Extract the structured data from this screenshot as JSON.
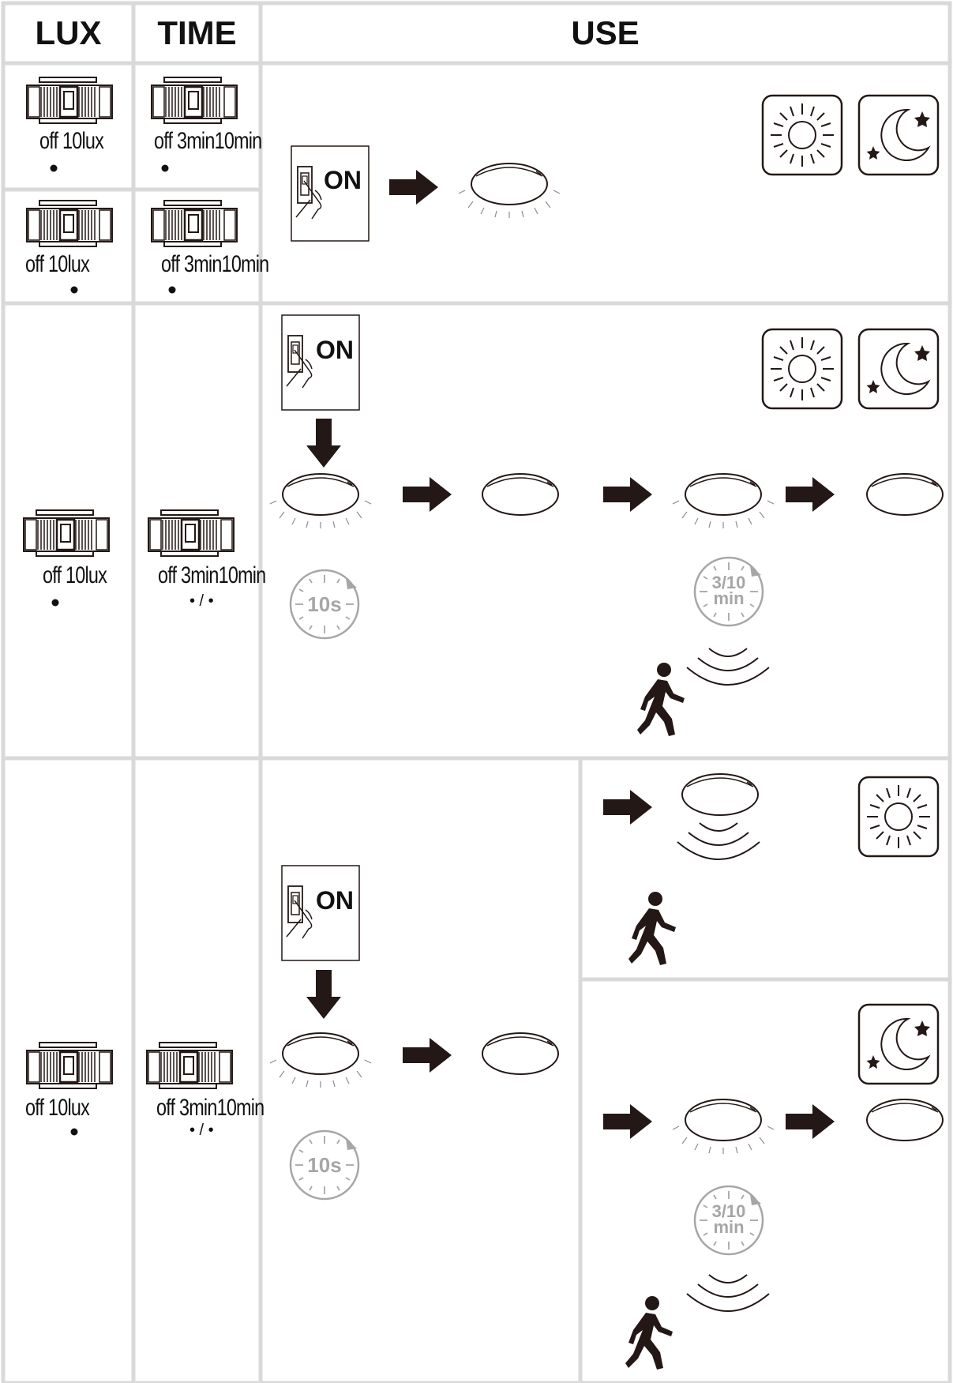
{
  "headers": {
    "lux": "LUX",
    "time": "TIME",
    "use": "USE"
  },
  "switch_labels": {
    "lux": {
      "off": "off",
      "val": "10lux"
    },
    "time": {
      "off": "off",
      "v1": "3min",
      "v2": "10min"
    }
  },
  "dot_sep": "• / •",
  "on_label": "ON",
  "timers": {
    "t10": "10s",
    "t3_10_a": "3/10",
    "t3_10_b": "min"
  },
  "colors": {
    "grid": "#d9d9d9",
    "ink": "#231815",
    "gray": "#a6a6a6"
  }
}
